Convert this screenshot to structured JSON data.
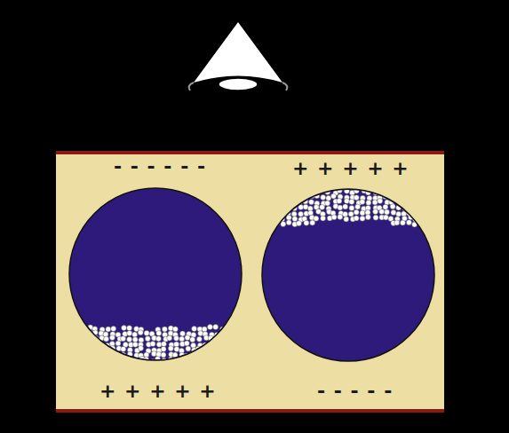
{
  "diagram": {
    "labels": [
      "- - - - - -",
      "+ + + + +",
      "+ + + + +",
      "- - - - -"
    ]
  }
}
